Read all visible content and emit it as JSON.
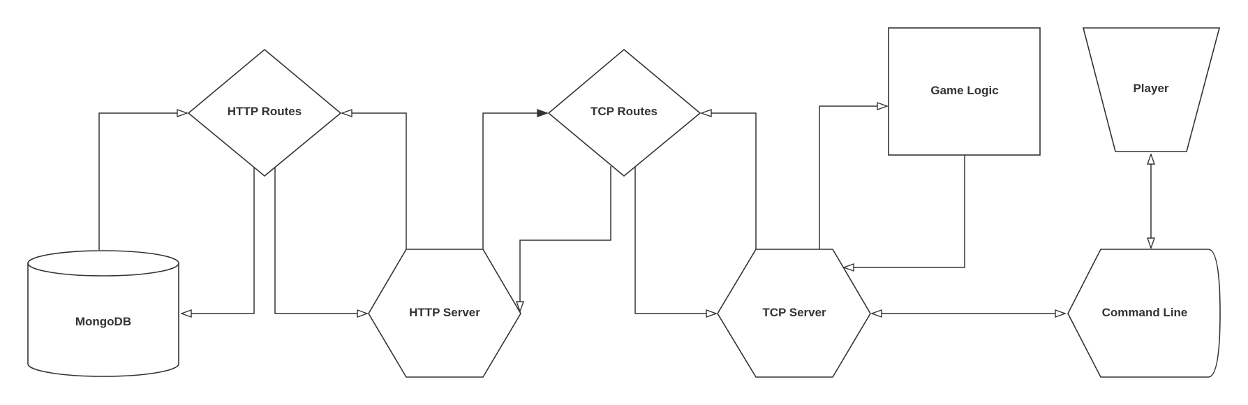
{
  "diagram": {
    "nodes": {
      "mongodb": "MongoDB",
      "http_routes": "HTTP Routes",
      "http_server": "HTTP Server",
      "tcp_routes": "TCP Routes",
      "tcp_server": "TCP Server",
      "game_logic": "Game Logic",
      "player": "Player",
      "command_line": "Command Line"
    }
  }
}
